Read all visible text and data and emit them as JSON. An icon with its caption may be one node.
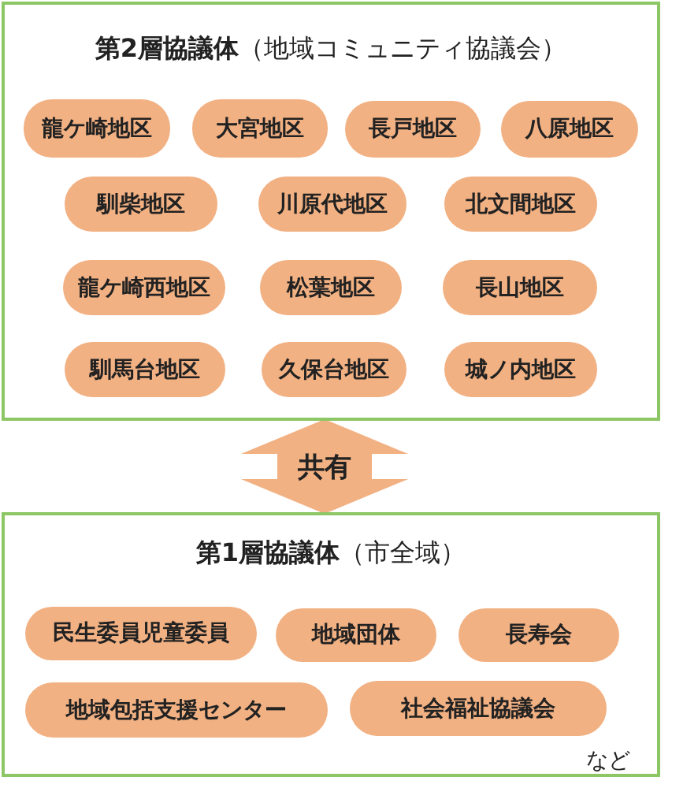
{
  "diagram": {
    "nodes": [
      {
        "text": [
          "**第2層協議体**（地域コミュニティ協議会）"
        ]
      },
      {
        "text": [
          "龍ケ崎地区"
        ],
        "in": 0
      },
      {
        "text": [
          "大宮地区"
        ],
        "in": 0
      },
      {
        "text": [
          "長戸地区"
        ],
        "in": 0
      },
      {
        "text": [
          "八原地区"
        ],
        "in": 0
      },
      {
        "text": [
          "馴柴地区"
        ],
        "in": 0
      },
      {
        "text": [
          "川原代地区"
        ],
        "in": 0
      },
      {
        "text": [
          "北文間地区"
        ],
        "in": 0
      },
      {
        "text": [
          "龍ケ崎西地区"
        ],
        "in": 0
      },
      {
        "text": [
          "松葉地区"
        ],
        "in": 0
      },
      {
        "text": [
          "長山地区"
        ],
        "in": 0
      },
      {
        "text": [
          "馴馬台地区"
        ],
        "in": 0
      },
      {
        "text": [
          "久保台地区"
        ],
        "in": 0
      },
      {
        "text": [
          "城ノ内地区"
        ],
        "in": 0
      },
      {
        "text": [
          "**第1層協議体**（市全域）"
        ]
      },
      {
        "text": [
          "民生委員児童委員"
        ],
        "in": 14
      },
      {
        "text": [
          "地域団体"
        ],
        "in": 14
      },
      {
        "text": [
          "長寿会"
        ],
        "in": 14
      },
      {
        "text": [
          "地域包括支援センター"
        ],
        "in": 14
      },
      {
        "text": [
          "社会福祉協議会"
        ],
        "in": 14
      }
    ],
    "edges": [
      {
        "from": 0,
        "to": 14,
        "arrow": "both",
        "label": "共有"
      }
    ],
    "labels": [
      "など"
    ]
  }
}
